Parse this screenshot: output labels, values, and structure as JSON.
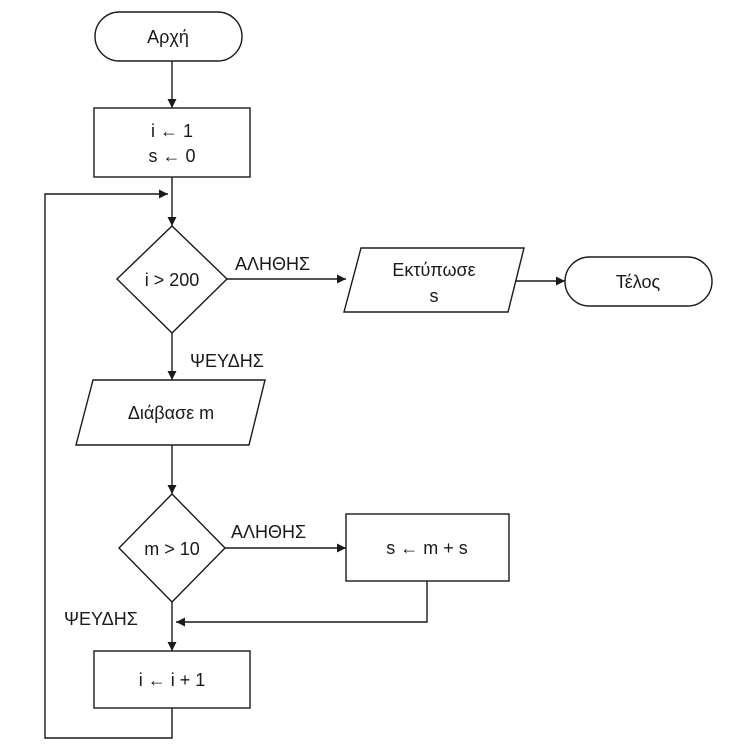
{
  "flowchart": {
    "start": "Αρχή",
    "init": [
      "i ← 1",
      "s ← 0"
    ],
    "cond1": "i > 200",
    "print": [
      "Εκτύπωσε",
      "s"
    ],
    "end": "Τέλος",
    "read": "Διάβασε m",
    "cond2": "m > 10",
    "assign": "s ← m + s",
    "increment": "i ← i + 1",
    "labels": {
      "true1": "ΑΛΗΘΗΣ",
      "false1": "ΨΕΥΔΗΣ",
      "true2": "ΑΛΗΘΗΣ",
      "false2": "ΨΕΥΔΗΣ"
    }
  }
}
